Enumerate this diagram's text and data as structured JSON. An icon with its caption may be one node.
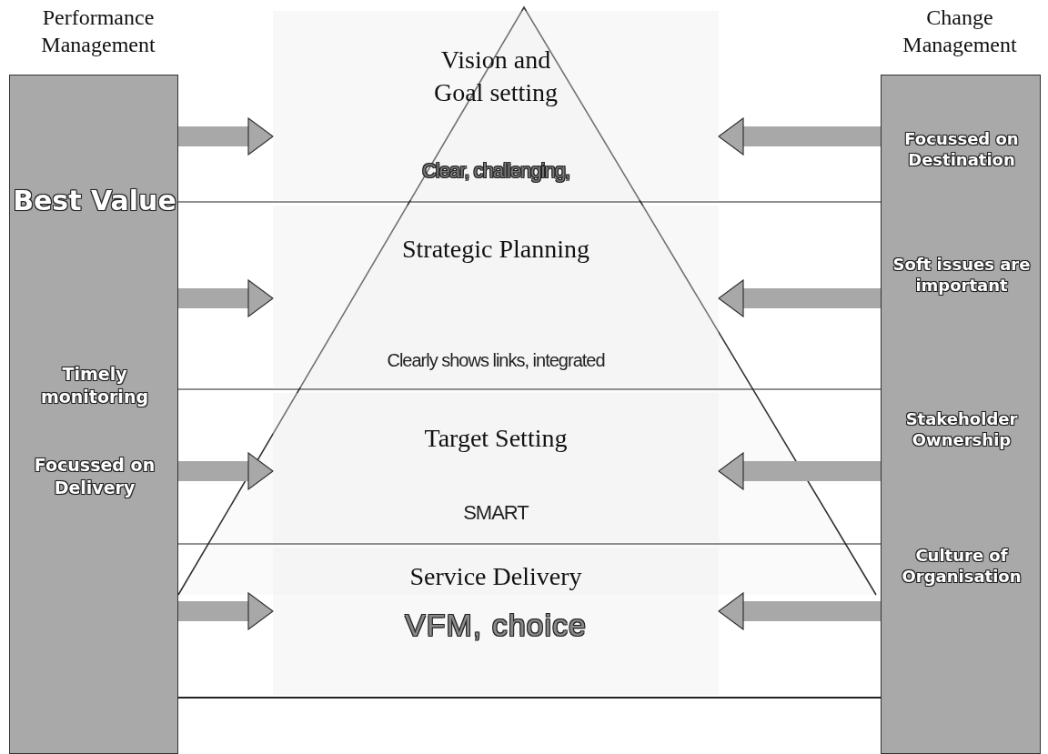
{
  "diagram": {
    "nodes": [
      {
        "text": [
          "Performance Management",
          "Best Value",
          "Timely monitoring",
          "Focussed on Delivery"
        ]
      },
      {
        "text": [
          "Change Management",
          "Focussed on Destination",
          "Soft issues are important",
          "Stakeholder Ownership",
          "Culture of Organisation"
        ]
      },
      {
        "text": [
          "Vision and Goal setting",
          "Clear, challenging,"
        ]
      },
      {
        "text": [
          "Strategic Planning",
          "Clearly shows links, integrated"
        ]
      },
      {
        "text": [
          "Target Setting",
          "SMART"
        ]
      },
      {
        "text": [
          "Service Delivery",
          "VFM, choice"
        ]
      }
    ],
    "edges": [
      {
        "from": 0,
        "to": 2,
        "arrow": "to"
      },
      {
        "from": 0,
        "to": 3,
        "arrow": "to"
      },
      {
        "from": 0,
        "to": 4,
        "arrow": "to"
      },
      {
        "from": 0,
        "to": 5,
        "arrow": "to"
      },
      {
        "from": 1,
        "to": 2,
        "arrow": "to"
      },
      {
        "from": 1,
        "to": 3,
        "arrow": "to"
      },
      {
        "from": 1,
        "to": 4,
        "arrow": "to"
      },
      {
        "from": 1,
        "to": 5,
        "arrow": "to"
      }
    ]
  }
}
